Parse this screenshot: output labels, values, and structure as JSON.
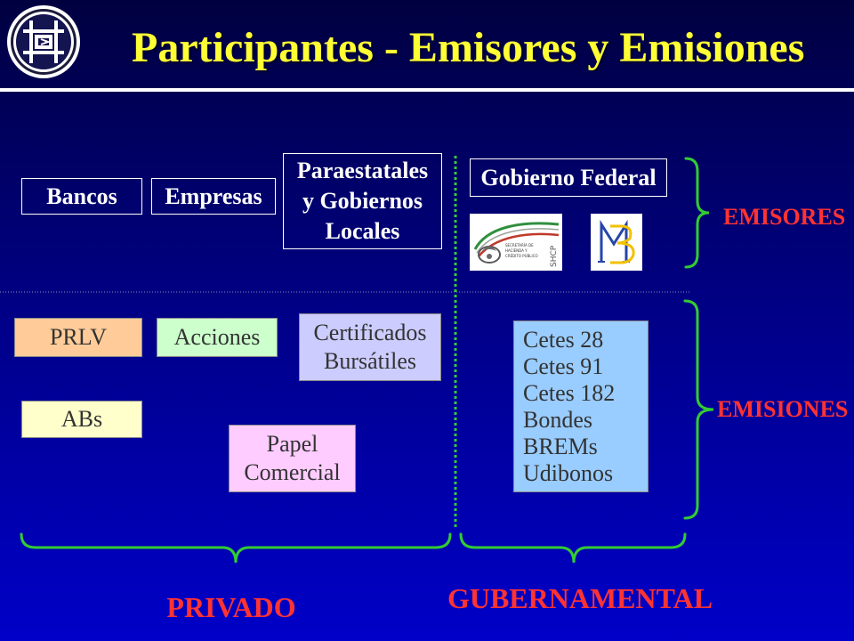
{
  "slide": {
    "title": "Participantes - Emisores y Emisiones"
  },
  "issuers": {
    "label": "EMISORES",
    "banks": "Bancos",
    "companies": "Empresas",
    "parastatals": [
      "Paraestatales",
      "y Gobiernos",
      "Locales"
    ],
    "federal_government": "Gobierno Federal"
  },
  "issues": {
    "label": "EMISIONES",
    "prlv": "PRLV",
    "stocks": "Acciones",
    "certificates": [
      "Certificados",
      "Bursátiles"
    ],
    "abs": "ABs",
    "commercial_paper": [
      "Papel",
      "Comercial"
    ],
    "government": [
      "Cetes 28",
      "Cetes 91",
      "Cetes 182",
      "Bondes",
      "BREMs",
      "Udibonos"
    ]
  },
  "sectors": {
    "private": "PRIVADO",
    "government": "GUBERNAMENTAL"
  },
  "logos": {
    "shcp": {
      "lines": [
        "SECRETARÍA DE",
        "HACIENDA Y",
        "CRÉDITO PÚBLICO"
      ],
      "acronym": "SHCP"
    }
  },
  "icons": {
    "institution": "institution-logo",
    "shcp": "shcp-logo",
    "bm": "bm-logo"
  },
  "colors": {
    "background_top": "#000040",
    "background_mid": "#000088",
    "background_bottom": "#0000c8",
    "title": "#ffff33",
    "accent_red": "#ff3333",
    "brace_green": "#33cc33",
    "divider_gray": "#8c8cb0",
    "prlv_fill": "#ffcc99",
    "acciones_fill": "#ccffcc",
    "certificados_fill": "#ccccff",
    "abs_fill": "#ffffcc",
    "papel_fill": "#ffccff",
    "government_fill": "#99ccff",
    "box_text": "#333333"
  }
}
